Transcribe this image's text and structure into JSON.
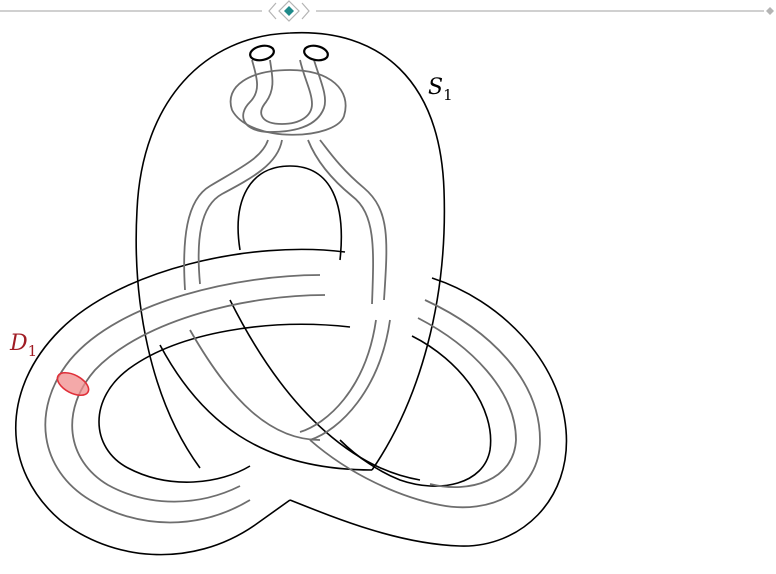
{
  "header": {
    "ornament": "diamond-divider",
    "accent_color": "#1f8a8a"
  },
  "diagram": {
    "surface_label": {
      "base": "S",
      "subscript": "1"
    },
    "disk_label": {
      "base": "D",
      "subscript": "1",
      "color": "#a01c24"
    },
    "disk_fill": "#f08c8c",
    "outline_color": "#000000",
    "curve_color": "#6e6e6e"
  }
}
